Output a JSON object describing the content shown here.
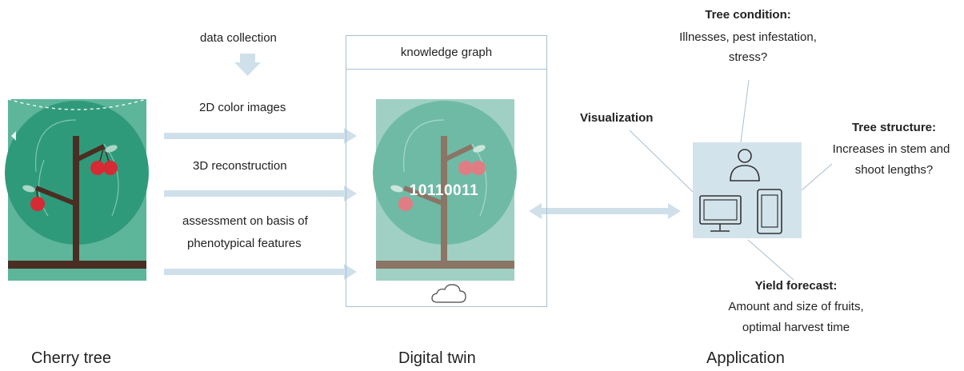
{
  "source": {
    "caption": "Cherry tree"
  },
  "collection": {
    "heading": "data collection",
    "items": [
      {
        "label": "2D color images"
      },
      {
        "label": "3D reconstruction"
      },
      {
        "label_line1": "assessment on basis of",
        "label_line2": "phenotypical features"
      }
    ]
  },
  "twin": {
    "header": "knowledge graph",
    "binary": "10110011",
    "caption": "Digital twin"
  },
  "application": {
    "visualization": "Visualization",
    "tree_condition": {
      "title": "Tree condition:",
      "line1": "Illnesses, pest infestation,",
      "line2": "stress?"
    },
    "tree_structure": {
      "title": "Tree structure:",
      "line1": "Increases in stem and",
      "line2": "shoot lengths?"
    },
    "yield_forecast": {
      "title": "Yield forecast:",
      "line1": "Amount and size of fruits,",
      "line2": "optimal harvest time"
    },
    "caption": "Application"
  },
  "colors": {
    "arrow": "#cfe0ea",
    "tree_bg": "#5db59a",
    "crown": "#2f9a7a",
    "twin_bg": "#9fd0c3",
    "trunk": "#4a2e23",
    "cherry": "#d62a35",
    "app_panel": "#d3e3ec"
  }
}
